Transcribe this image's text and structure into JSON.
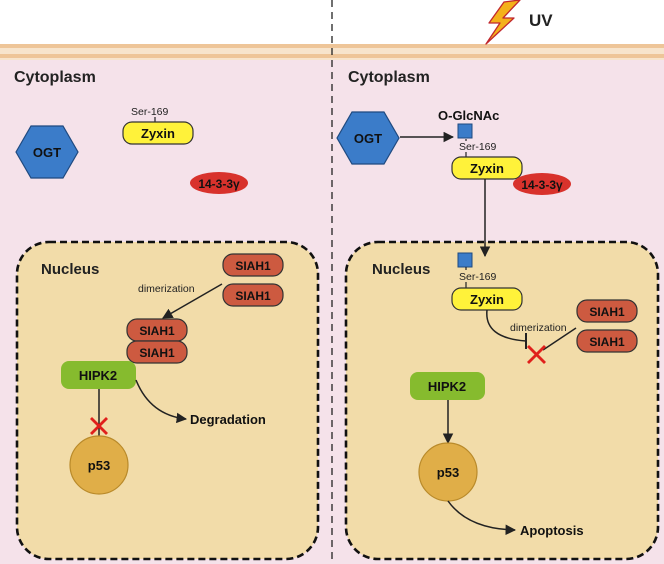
{
  "colors": {
    "cytoplasm": "#f5e2ea",
    "membrane": "#f0c89a",
    "nucleus": "#f2dca9",
    "ogt": "#3b7cc9",
    "zyxin": "#fff23a",
    "protein_1433": "#d8322c",
    "siah1": "#cd5a40",
    "hipk2": "#86bb2e",
    "p53": "#e0ae48",
    "glcnac": "#3b7cc9",
    "cross": "#e0201c",
    "lightning": "#f4b11a",
    "lightning_edge": "#c1272d"
  },
  "left": {
    "cytoplasm_label": "Cytoplasm",
    "nucleus_label": "Nucleus",
    "ogt": "OGT",
    "ser": "Ser-169",
    "zyxin": "Zyxin",
    "p1433": "14-3-3γ",
    "dimerization": "dimerization",
    "siah1_a": "SIAH1",
    "siah1_b": "SIAH1",
    "siah1_c": "SIAH1",
    "siah1_d": "SIAH1",
    "hipk2": "HIPK2",
    "degradation": "Degradation",
    "p53": "p53"
  },
  "right": {
    "uv": "UV",
    "cytoplasm_label": "Cytoplasm",
    "nucleus_label": "Nucleus",
    "ogt": "OGT",
    "oglcnac": "O-GlcNAc",
    "ser_cyto": "Ser-169",
    "zyxin_cyto": "Zyxin",
    "p1433": "14-3-3γ",
    "ser_nuc": "Ser-169",
    "zyxin_nuc": "Zyxin",
    "dimerization": "dimerization",
    "siah1_a": "SIAH1",
    "siah1_b": "SIAH1",
    "hipk2": "HIPK2",
    "p53": "p53",
    "apoptosis": "Apoptosis"
  }
}
